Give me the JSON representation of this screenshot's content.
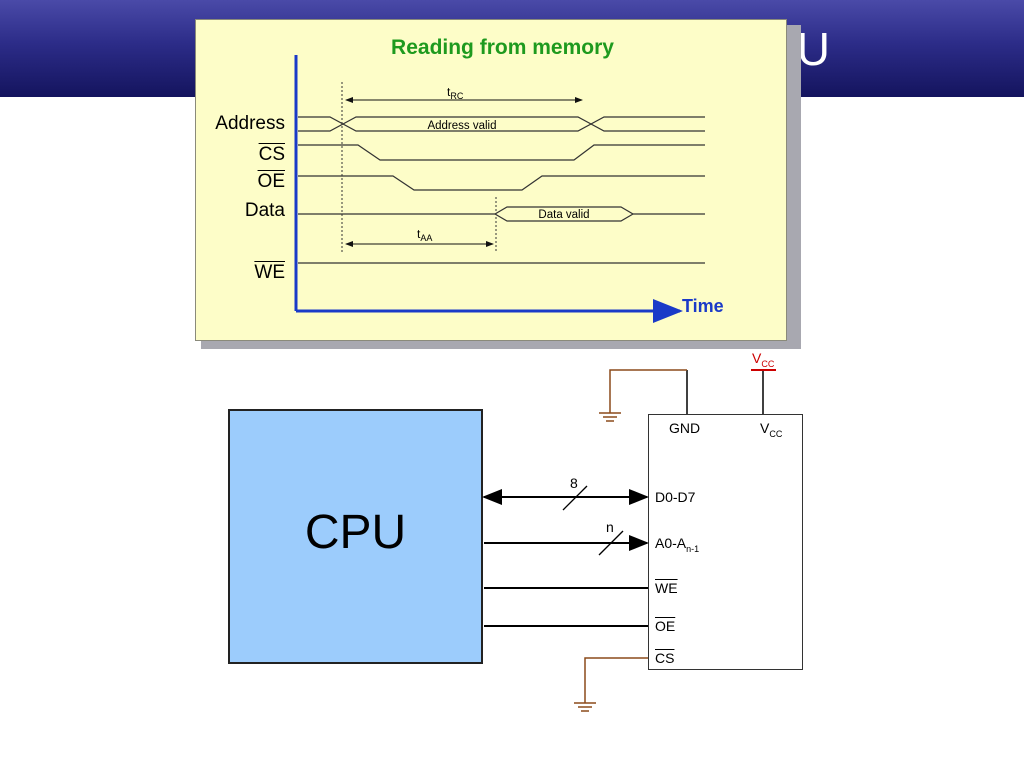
{
  "slide": {
    "title_fragment": "PU"
  },
  "timing_diagram": {
    "title": "Reading from memory",
    "signals": {
      "address": "Address",
      "cs": "CS",
      "oe": "OE",
      "data": "Data",
      "we": "WE"
    },
    "address_valid": "Address valid",
    "data_valid": "Data valid",
    "t_rc": {
      "main": "t",
      "sub": "RC"
    },
    "t_aa": {
      "main": "t",
      "sub": "AA"
    },
    "time_axis": "Time"
  },
  "circuit": {
    "cpu_label": "CPU",
    "vcc_supply": {
      "main": "V",
      "sub": "CC"
    },
    "pins": {
      "gnd": "GND",
      "vcc": {
        "main": "V",
        "sub": "CC"
      },
      "data": "D0-D7",
      "address": {
        "main": "A0-A",
        "sub": "n-1"
      },
      "we": "WE",
      "oe": "OE",
      "cs": "CS"
    },
    "data_bus_width": "8",
    "address_bus_width": "n"
  },
  "colors": {
    "header": "#2c2c88",
    "panel": "#fdfdc8",
    "title_green": "#1e9a1e",
    "axis_blue": "#1a3ac8",
    "cpu_fill": "#9cccfc",
    "ground_wire": "#8b4a1a",
    "vcc_red": "#cc0000"
  }
}
